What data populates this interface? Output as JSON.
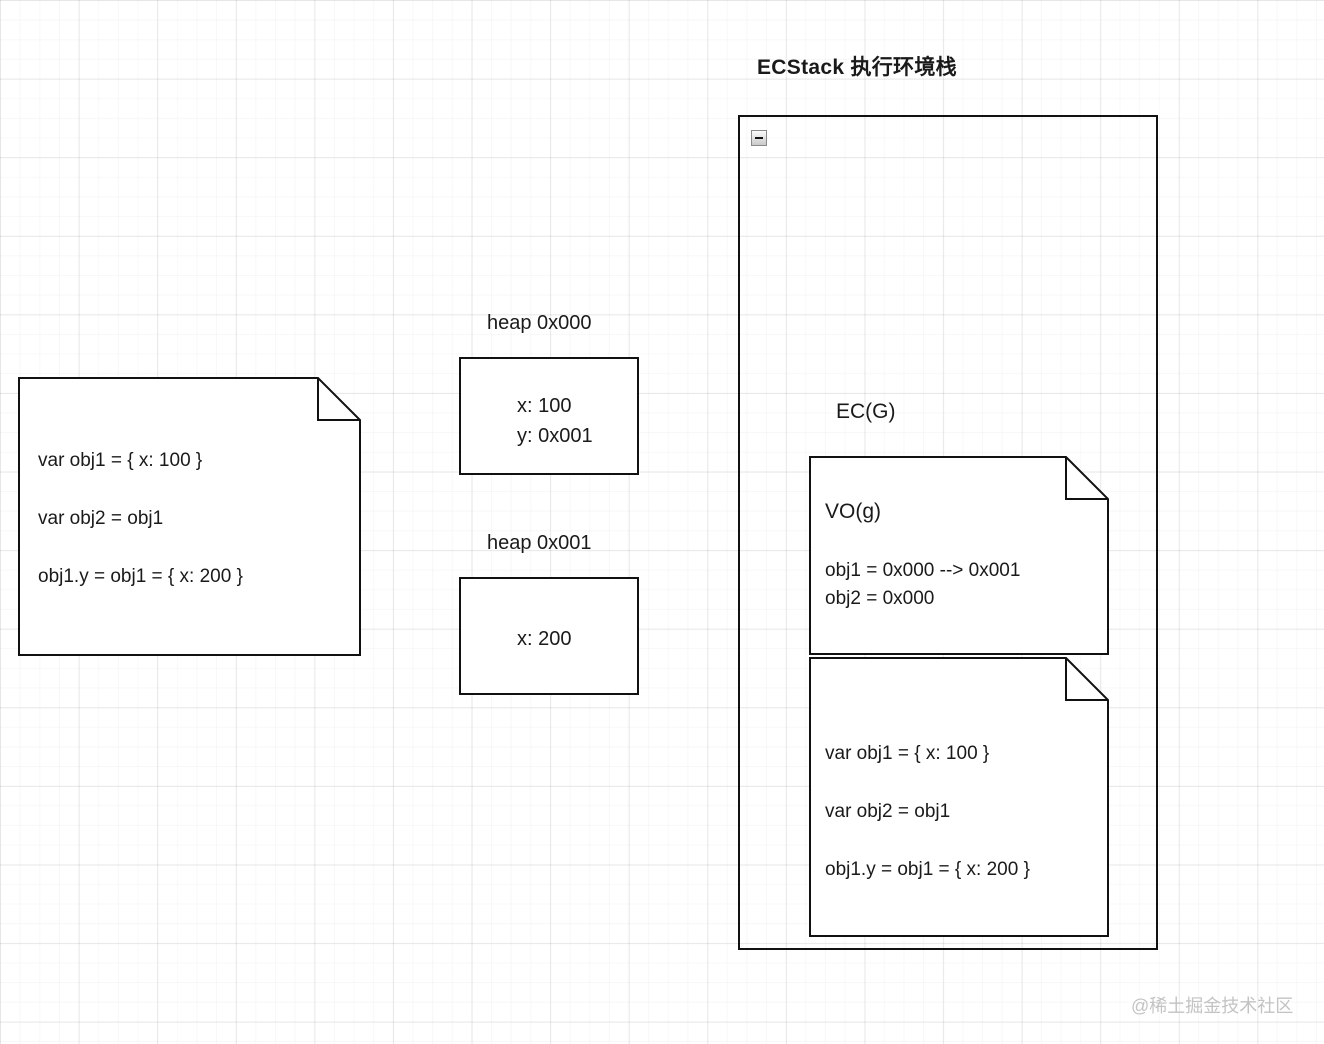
{
  "title": "ECStack 执行环境栈",
  "left_note": {
    "lines": [
      "var obj1 = { x: 100 }",
      "var obj2 = obj1",
      "obj1.y = obj1 = { x: 200 }"
    ]
  },
  "heap_block_1": {
    "label": "heap 0x000",
    "lines": [
      "x: 100",
      "y: 0x001"
    ]
  },
  "heap_block_2": {
    "label": "heap 0x001",
    "lines": [
      "x: 200"
    ]
  },
  "ecstack": {
    "ec_label": "EC(G)",
    "vo_note": {
      "title": "VO(g)",
      "lines": [
        "obj1 = 0x000 --> 0x001",
        "obj2 = 0x000"
      ]
    },
    "code_note": {
      "lines": [
        "var obj1 = { x: 100 }",
        "var obj2 = obj1",
        "obj1.y = obj1 = { x: 200 }"
      ]
    }
  },
  "icons": {
    "collapse": "minus-icon"
  },
  "colors": {
    "shape_border": "#111111",
    "shape_fill": "#ffffff",
    "text": "#1a1a1a",
    "watermark": "#c3c3c3"
  },
  "watermark": "@稀土掘金技术社区"
}
